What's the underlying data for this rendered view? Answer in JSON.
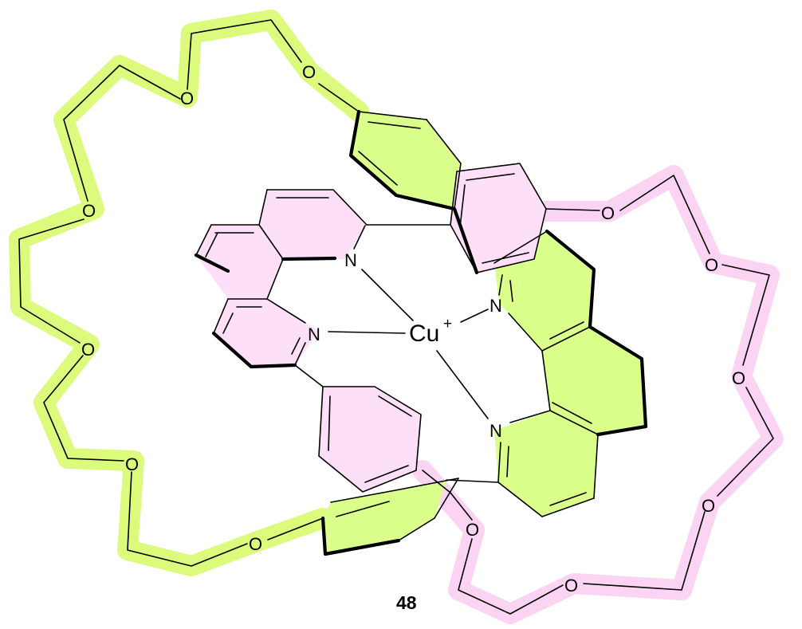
{
  "diagram": {
    "label": "48",
    "metal": {
      "symbol": "Cu",
      "charge": "+"
    },
    "atoms": {
      "n_top_left": "N",
      "n_mid_left": "N",
      "n_upper_right": "N",
      "n_lower_right": "N",
      "o_g1": "O",
      "o_g2": "O",
      "o_g3": "O",
      "o_g4": "O",
      "o_g5": "O",
      "o_g6": "O",
      "o_p1": "O",
      "o_p2": "O",
      "o_p3": "O",
      "o_p4": "O",
      "o_p5": "O",
      "o_p6": "O"
    },
    "colors": {
      "green_ring_highlight": "#dcfb7c",
      "green_ring_fill": "#daff8a",
      "pink_ring_highlight": "#fbd4f4",
      "pink_ring_fill": "#fde0f8",
      "line": "#000000"
    }
  }
}
